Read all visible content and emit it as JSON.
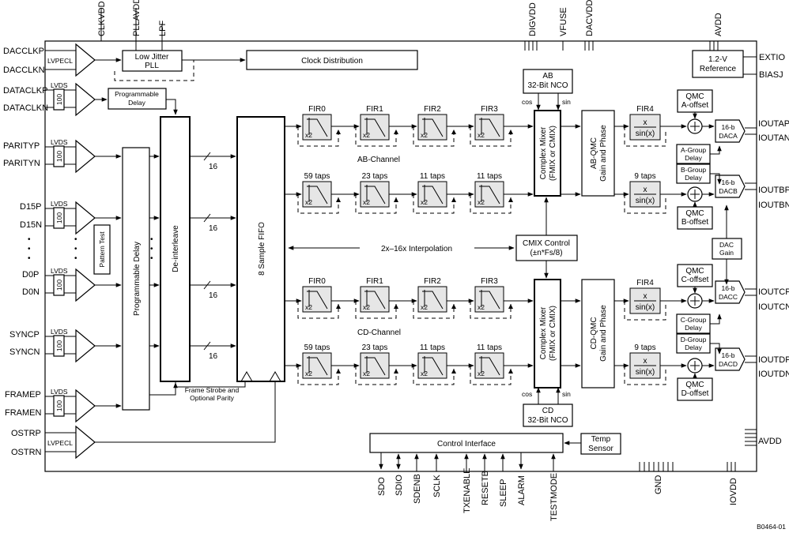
{
  "figure_id": "B0464-01",
  "top_pins": [
    "CLKVDD",
    "PLLAVDD",
    "LPF",
    "DIGVDD",
    "VFUSE",
    "DACVDD",
    "AVDD"
  ],
  "left_pins": [
    "DACCLKP",
    "DACCLKN",
    "DATACLKP",
    "DATACLKN",
    "PARITYP",
    "PARITYN",
    "D15P",
    "D15N",
    "D0P",
    "D0N",
    "SYNCP",
    "SYNCN",
    "FRAMEP",
    "FRAMEN",
    "OSTRP",
    "OSTRN"
  ],
  "right_pins": [
    "EXTIO",
    "BIASJ",
    "IOUTAP",
    "IOUTAN",
    "IOUTBP",
    "IOUTBN",
    "IOUTCP",
    "IOUTCN",
    "IOUTDP",
    "IOUTDN",
    "AVDD"
  ],
  "bottom_pins": [
    "SDO",
    "SDIO",
    "SDENB",
    "SCLK",
    "TXENABLE",
    "RESETB",
    "SLEEP",
    "ALARM",
    "TESTMODE",
    "GND",
    "IOVDD"
  ],
  "receivers": {
    "lvpecl": "LVPECL",
    "lvds": "LVDS",
    "r100": "100"
  },
  "blocks": {
    "low_jitter_pll": "Low Jitter PLL",
    "clock_distribution": "Clock Distribution",
    "programmable_delay_top": "Programmable Delay",
    "programmable_delay_vert": "Programmable Delay",
    "deinterleave": "De-interleave",
    "fifo": "8 Sample FIFO",
    "pattern_test": "Pattern Test",
    "ref_12v": "1.2-V Reference",
    "ab_nco": "AB 32-Bit NCO",
    "cd_nco": "CD 32-Bit NCO",
    "cmix_control": "CMIX Control (±n*Fs/8)",
    "complex_mixer": "Complex Mixer (FMIX or CMIX)",
    "ab_qmc": "AB-QMC Gain and Phase",
    "cd_qmc": "CD-QMC Gain and Phase",
    "control_interface": "Control Interface",
    "temp_sensor": "Temp Sensor",
    "dac_gain": "DAC Gain",
    "dac16": "16-b",
    "daca": "DACA",
    "dacb": "DACB",
    "dacc": "DACC",
    "dacd": "DACD",
    "qmc_a": "QMC A-offset",
    "qmc_b": "QMC B-offset",
    "qmc_c": "QMC C-offset",
    "qmc_d": "QMC D-offset",
    "a_group": "A-Group Delay",
    "b_group": "B-Group Delay",
    "c_group": "C-Group Delay",
    "d_group": "D-Group Delay"
  },
  "fir_labels": [
    "FIR0",
    "FIR1",
    "FIR2",
    "FIR3"
  ],
  "fir4_label": "FIR4",
  "taps": [
    "59 taps",
    "23 taps",
    "11 taps",
    "11 taps"
  ],
  "taps_fir4": "9 taps",
  "x2": "x2",
  "sinc_num": "x",
  "sinc_den": "sin(x)",
  "channels": [
    "AB-Channel",
    "CD-Channel"
  ],
  "interp": "2x–16x Interpolation",
  "bus_width": "16",
  "frame_note": [
    "Frame Strobe and",
    "Optional Parity"
  ],
  "cos": "cos",
  "sin": "sin",
  "ellipsis": "•"
}
